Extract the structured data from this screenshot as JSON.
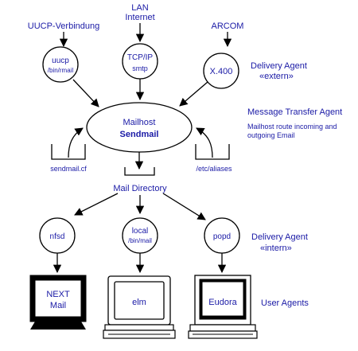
{
  "sources": {
    "uucp": "UUCP-Verbindung",
    "lan_line1": "LAN",
    "lan_line2": "Internet",
    "arcom": "ARCOM"
  },
  "agents": {
    "uucp_line1": "uucp",
    "uucp_line2": "/bin/rmail",
    "tcpip_line1": "TCP/IP",
    "tcpip_line2": "smtp",
    "x400": "X.400"
  },
  "delivery_extern": {
    "line1": "Delivery   Agent",
    "line2": "«extern»"
  },
  "mailhost": {
    "line1": "Mailhost",
    "line2": "Sendmail"
  },
  "mta": {
    "title": "Message  Transfer  Agent",
    "desc1": "Mailhost route incoming and",
    "desc2": "outgoing Email"
  },
  "config_files": {
    "sendmail_cf": "sendmail.cf",
    "aliases": "/etc/aliases"
  },
  "mail_directory": "Mail    Directory",
  "local_agents": {
    "nfsd": "nfsd",
    "local_line1": "local",
    "local_line2": "/bin/mail",
    "popd": "popd"
  },
  "delivery_intern": {
    "line1": "Delivery   Agent",
    "line2": "«intern»"
  },
  "user_agents": {
    "next_line1": "NEXT",
    "next_line2": "Mail",
    "elm": "elm",
    "eudora": "Eudora",
    "label": "User  Agents"
  }
}
